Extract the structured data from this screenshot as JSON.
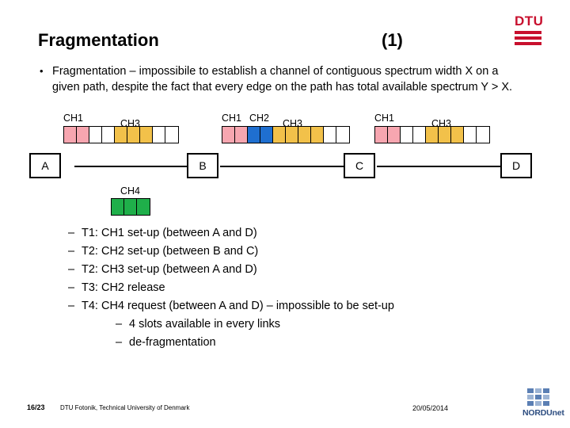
{
  "logo": {
    "brand": "DTU"
  },
  "header": {
    "title": "Fragmentation",
    "index": "(1)"
  },
  "bullets": [
    {
      "marker": "•",
      "text": "Fragmentation – impossibile to establish a channel of contiguous spectrum width X on a given path, despite the fact that every edge on the path has total available spectrum Y > X."
    }
  ],
  "diagram": {
    "nodes": [
      {
        "label": "A"
      },
      {
        "label": "B"
      },
      {
        "label": "C"
      },
      {
        "label": "D"
      }
    ],
    "links": [
      {
        "name": "link-ab",
        "channel_labels": [
          {
            "text": "CH1"
          },
          {
            "text": "CH3"
          }
        ],
        "slots": [
          "pink",
          "pink",
          "white",
          "white",
          "gold",
          "gold",
          "gold",
          "white",
          "white"
        ]
      },
      {
        "name": "link-bc",
        "channel_labels": [
          {
            "text": "CH1"
          },
          {
            "text": "CH2"
          },
          {
            "text": "CH3"
          }
        ],
        "slots": [
          "pink",
          "pink",
          "blue",
          "blue",
          "gold",
          "gold",
          "gold",
          "gold",
          "white",
          "white"
        ]
      },
      {
        "name": "link-cd",
        "channel_labels": [
          {
            "text": "CH1"
          },
          {
            "text": "CH3"
          }
        ],
        "slots": [
          "pink",
          "pink",
          "white",
          "white",
          "gold",
          "gold",
          "gold",
          "white",
          "white"
        ]
      }
    ],
    "extra_channel": {
      "label": "CH4",
      "slots": [
        "green",
        "green",
        "green"
      ]
    }
  },
  "timeline": [
    {
      "dash": "–",
      "text": "T1: CH1 set-up (between A and D)"
    },
    {
      "dash": "–",
      "text": "T2: CH2 set-up (between B and C)"
    },
    {
      "dash": "–",
      "text": "T2: CH3 set-up (between A and D)"
    },
    {
      "dash": "–",
      "text": "T3: CH2 release"
    },
    {
      "dash": "–",
      "text": "T4: CH4 request (between A and D) – impossible to be set-up"
    },
    {
      "dash": "–",
      "text": "4 slots available in every links",
      "indent": true
    },
    {
      "dash": "–",
      "text": "de-fragmentation",
      "indent": true
    }
  ],
  "footer": {
    "page": "16/23",
    "organization": "DTU Fotonik, Technical University of Denmark",
    "date": "20/05/2014",
    "sponsor": "NORDUnet"
  }
}
